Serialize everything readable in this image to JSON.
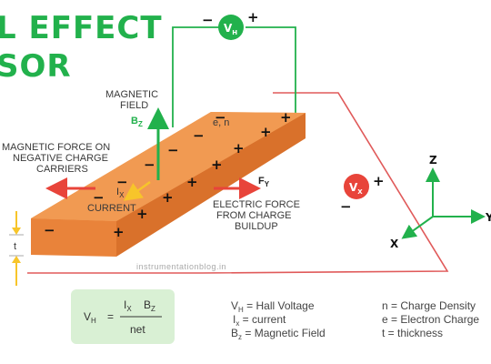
{
  "title": {
    "line1": "L EFFECT",
    "line2": "SOR"
  },
  "voltmeter_h": {
    "symbol": "V",
    "sub": "H",
    "neg": "−",
    "pos": "+"
  },
  "voltmeter_x": {
    "symbol": "V",
    "sub": "X",
    "neg": "−",
    "pos": "+"
  },
  "magnetic_field": {
    "line1": "MAGNETIC",
    "line2": "FIELD",
    "symbol": "B",
    "sub": "Z"
  },
  "magnetic_force": {
    "line1": "MAGNETIC FORCE ON",
    "line2": "NEGATIVE CHARGE",
    "line3": "CARRIERS"
  },
  "current": {
    "symbol": "I",
    "sub": "X",
    "label": "CURRENT"
  },
  "electric_force": {
    "symbol": "F",
    "sub": "Y",
    "line1": "ELECTRIC FORCE",
    "line2": "FROM CHARGE",
    "line3": "BUILDUP"
  },
  "carrier_label": "e, n",
  "thickness_label": "t",
  "axes": {
    "z": "Z",
    "y": "Y",
    "x": "X"
  },
  "watermark": "instrumentationblog.in",
  "formula": {
    "lhs": "V",
    "lhs_sub": "H",
    "eq": "=",
    "num_i": "I",
    "num_i_sub": "X",
    "num_b": "B",
    "num_b_sub": "Z",
    "den": "net"
  },
  "legend": {
    "vh": "V",
    "vh_sub": "H",
    "vh_text": " = Hall Voltage",
    "ix": "I",
    "ix_sub": "x",
    "ix_text": " = current",
    "bz": "B",
    "bz_sub": "z",
    "bz_text": " = Magnetic Field",
    "n": "n = Charge Density",
    "e": "e = Electron Charge",
    "t": "t = thickness"
  },
  "colors": {
    "green": "#22b14c",
    "red": "#e8443a",
    "orange": "#f0924a",
    "wire_red": "#e05a5a",
    "yellow": "#f7c52a"
  }
}
